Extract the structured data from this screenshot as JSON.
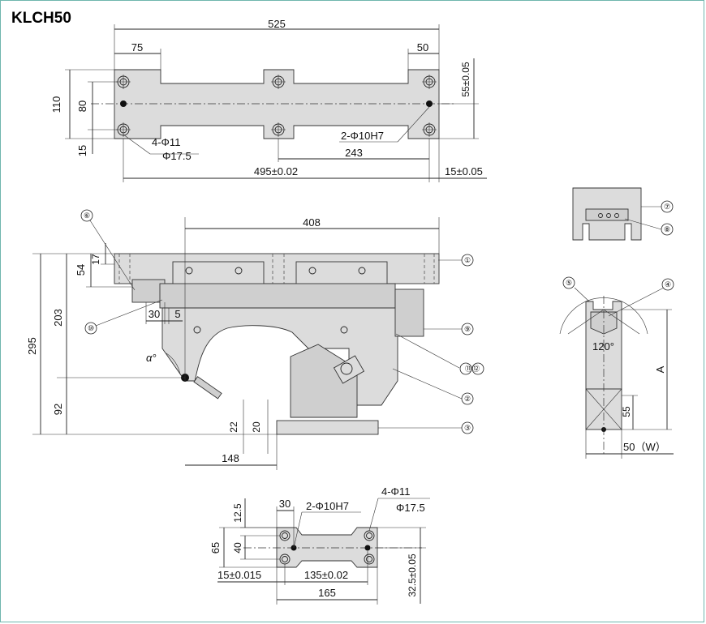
{
  "title": "KLCH50",
  "top_view": {
    "dims": {
      "total_length": "525",
      "left_step": "75",
      "right_step": "50",
      "height_110": "110",
      "height_80": "80",
      "height_15": "15",
      "hole_4": "4-Φ11",
      "hole_4_cb": "Φ17.5",
      "pin_2": "2-Φ10H7",
      "span_243": "243",
      "span_495": "495±0.02",
      "offset_15": "15±0.05",
      "offset_55": "55±0.05"
    }
  },
  "side_view": {
    "dims": {
      "width_408": "408",
      "h_295": "295",
      "h_203": "203",
      "h_92": "92",
      "h_54": "54",
      "h_17": "17",
      "w_30": "30",
      "w_5": "5",
      "angle": "α°",
      "h_22": "22",
      "h_20": "20",
      "w_148": "148"
    },
    "callouts": [
      "①",
      "②",
      "③",
      "⑥",
      "⑨",
      "⑩",
      "⑪⑫"
    ]
  },
  "end_view_top": {
    "callouts": [
      "⑦",
      "⑧"
    ]
  },
  "end_view": {
    "callouts": [
      "⑤",
      "④"
    ],
    "dims": {
      "angle_120": "120°",
      "A": "A",
      "h_55": "55",
      "w_50": "50（W）"
    }
  },
  "bottom_view": {
    "dims": {
      "w_30": "30",
      "h_12_5": "12.5",
      "pin_2": "2-Φ10H7",
      "hole_4": "4-Φ11",
      "hole_4_cb": "Φ17.5",
      "h_65": "65",
      "h_40": "40",
      "off_15": "15±0.015",
      "span_135": "135±0.02",
      "span_165": "165",
      "off_32_5": "32.5±0.05"
    }
  }
}
